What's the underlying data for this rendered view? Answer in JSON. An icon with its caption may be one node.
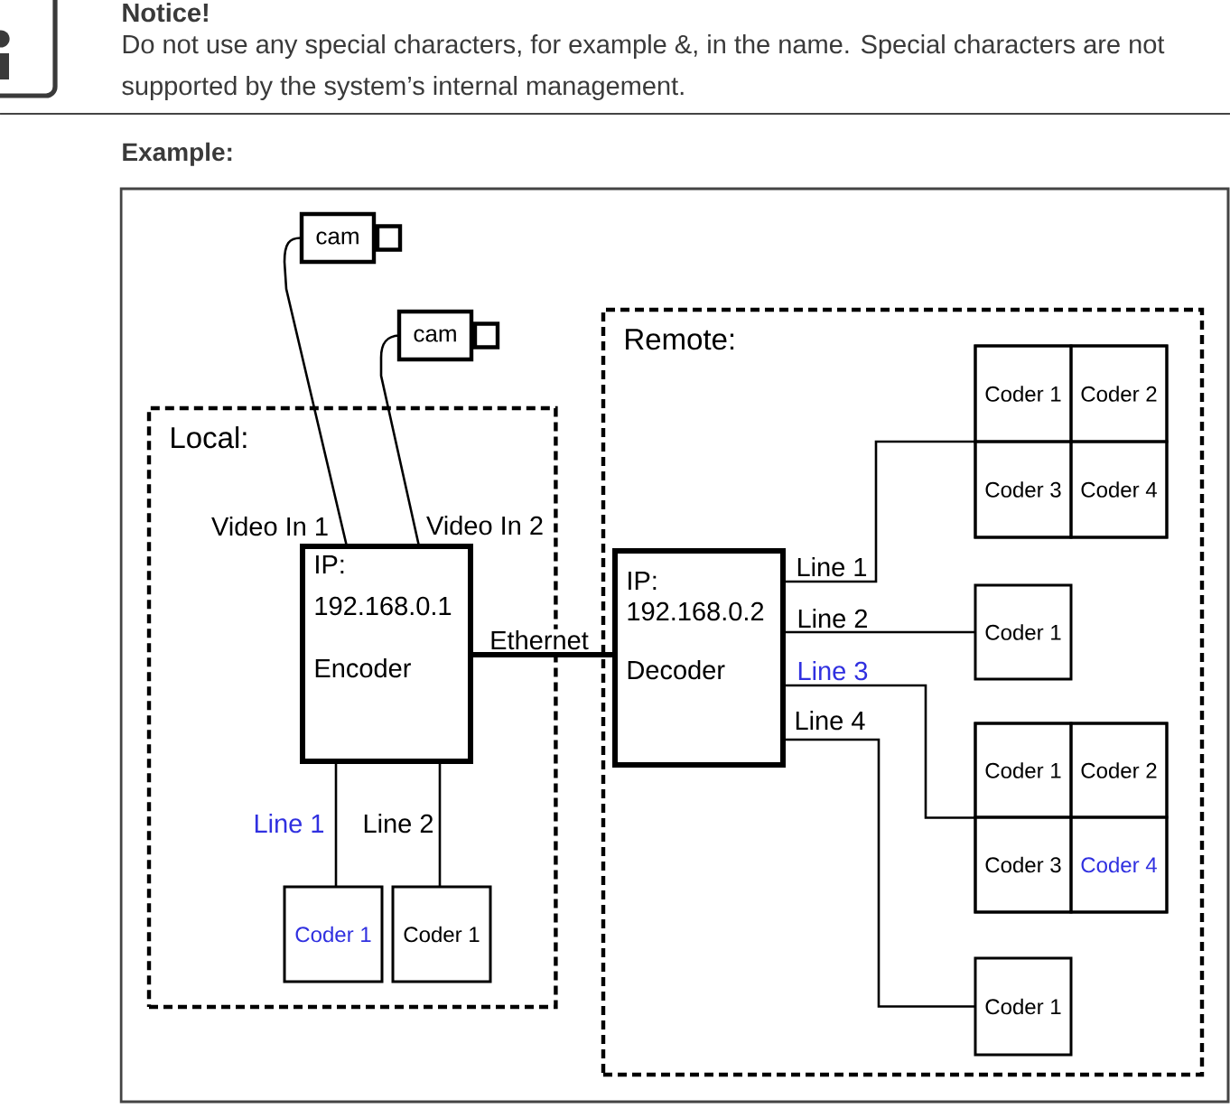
{
  "diagram": {
    "nodes": [
      {
        "text": [
          "cam"
        ]
      },
      {
        "text": [
          "cam"
        ]
      },
      {
        "text": [
          "Local:"
        ]
      },
      {
        "text": [
          "IP: 192.168.0.1",
          "Encoder"
        ],
        "in": 2
      },
      {
        "text": [
          "Coder 1"
        ],
        "in": 2
      },
      {
        "text": [
          "Coder 1"
        ],
        "in": 2
      },
      {
        "text": [
          "Remote:"
        ]
      },
      {
        "text": [
          "IP: 192.168.0.2",
          "Decoder"
        ],
        "in": 6
      },
      {
        "text": [],
        "shape": "box",
        "in": 6
      },
      {
        "text": [
          "Coder 1"
        ],
        "in": 8
      },
      {
        "text": [
          "Coder 2"
        ],
        "in": 8
      },
      {
        "text": [
          "Coder 3"
        ],
        "in": 8
      },
      {
        "text": [
          "Coder 4"
        ],
        "in": 8
      },
      {
        "text": [
          "Coder 1"
        ],
        "in": 6
      },
      {
        "text": [],
        "shape": "box",
        "in": 6
      },
      {
        "text": [
          "Coder 1"
        ],
        "in": 14
      },
      {
        "text": [
          "Coder 2"
        ],
        "in": 14
      },
      {
        "text": [
          "Coder 3"
        ],
        "in": 14
      },
      {
        "text": [
          "Coder 4"
        ],
        "in": 14
      },
      {
        "text": [
          "Coder 1"
        ],
        "in": 6
      }
    ],
    "edges": [
      {
        "from": 0,
        "to": 3,
        "arrow": "none",
        "label": "Video In 1"
      },
      {
        "from": 1,
        "to": 3,
        "arrow": "none",
        "label": "Video In 2"
      },
      {
        "from": 3,
        "to": 7,
        "arrow": "none",
        "label": "Ethernet",
        "style": "thick"
      },
      {
        "from": 3,
        "to": 4,
        "arrow": "none",
        "label": "Line 1"
      },
      {
        "from": 3,
        "to": 5,
        "arrow": "none",
        "label": "Line 2"
      },
      {
        "from": 7,
        "to": 8,
        "arrow": "none",
        "label": "Line 1"
      },
      {
        "from": 7,
        "to": 13,
        "arrow": "none",
        "label": "Line 2"
      },
      {
        "from": 7,
        "to": 14,
        "arrow": "none",
        "label": "Line 3"
      },
      {
        "from": 7,
        "to": 19,
        "arrow": "none",
        "label": "Line 4"
      }
    ],
    "labels": [
      "Notice!",
      "Do not use any special characters, for example &, in the name. Special characters are not supported by the system’s internal management.",
      "Example:"
    ]
  }
}
